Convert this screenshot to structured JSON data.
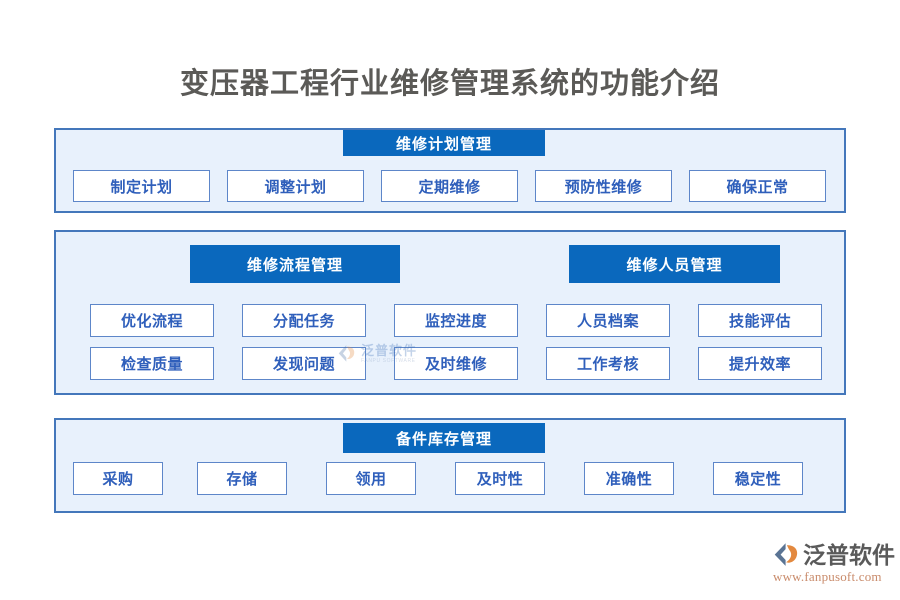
{
  "page": {
    "title": "变压器工程行业维修管理系统的功能介绍",
    "background_color": "#ffffff",
    "title_color": "#5b5a57"
  },
  "theme": {
    "header_bar_color": "#0a68bd",
    "panel_fill": "#e8f1fc",
    "panel_border": "#4477bb",
    "item_border": "#5d86c9",
    "item_text": "#2f5fbb",
    "logo_orange": "#e3893f"
  },
  "sections": [
    {
      "id": "maintenance-plan",
      "header": "维修计划管理",
      "items": [
        "制定计划",
        "调整计划",
        "定期维修",
        "预防性维修",
        "确保正常"
      ]
    },
    {
      "id": "maintenance-process",
      "header": "维修流程管理",
      "items": [
        "优化流程",
        "分配任务",
        "监控进度",
        "检查质量",
        "发现问题",
        "及时维修"
      ]
    },
    {
      "id": "maintenance-personnel",
      "header": "维修人员管理",
      "items": [
        "人员档案",
        "技能评估",
        "工作考核",
        "提升效率"
      ]
    },
    {
      "id": "spare-parts-inventory",
      "header": "备件库存管理",
      "items": [
        "采购",
        "存储",
        "领用",
        "及时性",
        "准确性",
        "稳定性"
      ]
    }
  ],
  "watermark": {
    "name_cn": "泛普软件",
    "name_en": "FANPU SOFTWARE",
    "icon": "fanpu-logo-icon"
  },
  "logo": {
    "name_cn": "泛普软件",
    "url": "www.fanpusoft.com",
    "icon": "fanpu-logo-icon"
  }
}
